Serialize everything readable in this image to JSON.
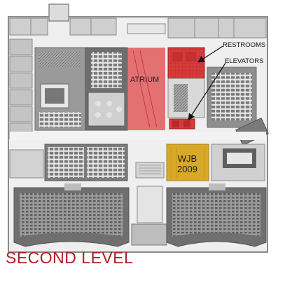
{
  "map": {
    "title": "SECOND LEVEL",
    "labels": {
      "atrium": "ATRIUM",
      "restrooms": "RESTROOMS",
      "elevators": "ELEVATORS",
      "room_line1": "WJB",
      "room_line2": "2009"
    },
    "colors": {
      "wall_gray": "#8a8a8a",
      "seat_gray": "#5f5f5f",
      "floor": "#eeeeee",
      "highlight_red": "#e04a4a",
      "highlight_red_dark": "#c62828",
      "highlight_gold": "#d8a928",
      "title_red": "#b01e24"
    },
    "icons": [
      "arrow-icon"
    ]
  }
}
